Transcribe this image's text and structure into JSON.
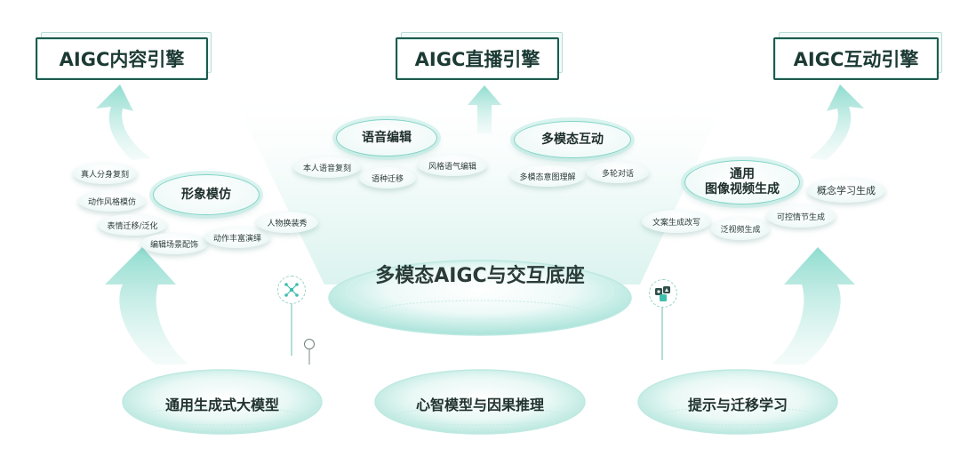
{
  "engines": {
    "content": "AIGC内容引擎",
    "live": "AIGC直播引擎",
    "interact": "AIGC互动引擎"
  },
  "center": {
    "title": "多模态AIGC与交互底座"
  },
  "clusters": {
    "avatar": {
      "title": "形象模仿",
      "items": [
        "真人分身复刻",
        "动作风格模仿",
        "表情迁移/泛化",
        "编辑场景配饰",
        "动作丰富演绎",
        "人物换装秀"
      ]
    },
    "voice": {
      "title": "语音编辑",
      "items": [
        "本人语音复刻",
        "语种迁移",
        "风格语气编辑"
      ]
    },
    "multimodal": {
      "title": "多模态互动",
      "items": [
        "多模态意图理解",
        "多轮对话"
      ]
    },
    "general": {
      "title_line1": "通用",
      "title_line2": "图像视频生成",
      "items": [
        "概念学习生成",
        "文案生成改写",
        "泛视频生成",
        "可控情节生成"
      ]
    }
  },
  "foundations": {
    "left": "通用生成式大模型",
    "mid": "心智模型与因果推理",
    "right": "提示与迁移学习"
  },
  "colors": {
    "accent": "#5fcdbd",
    "dark_green": "#1f5a4e",
    "light_teal": "#dff4f0"
  }
}
